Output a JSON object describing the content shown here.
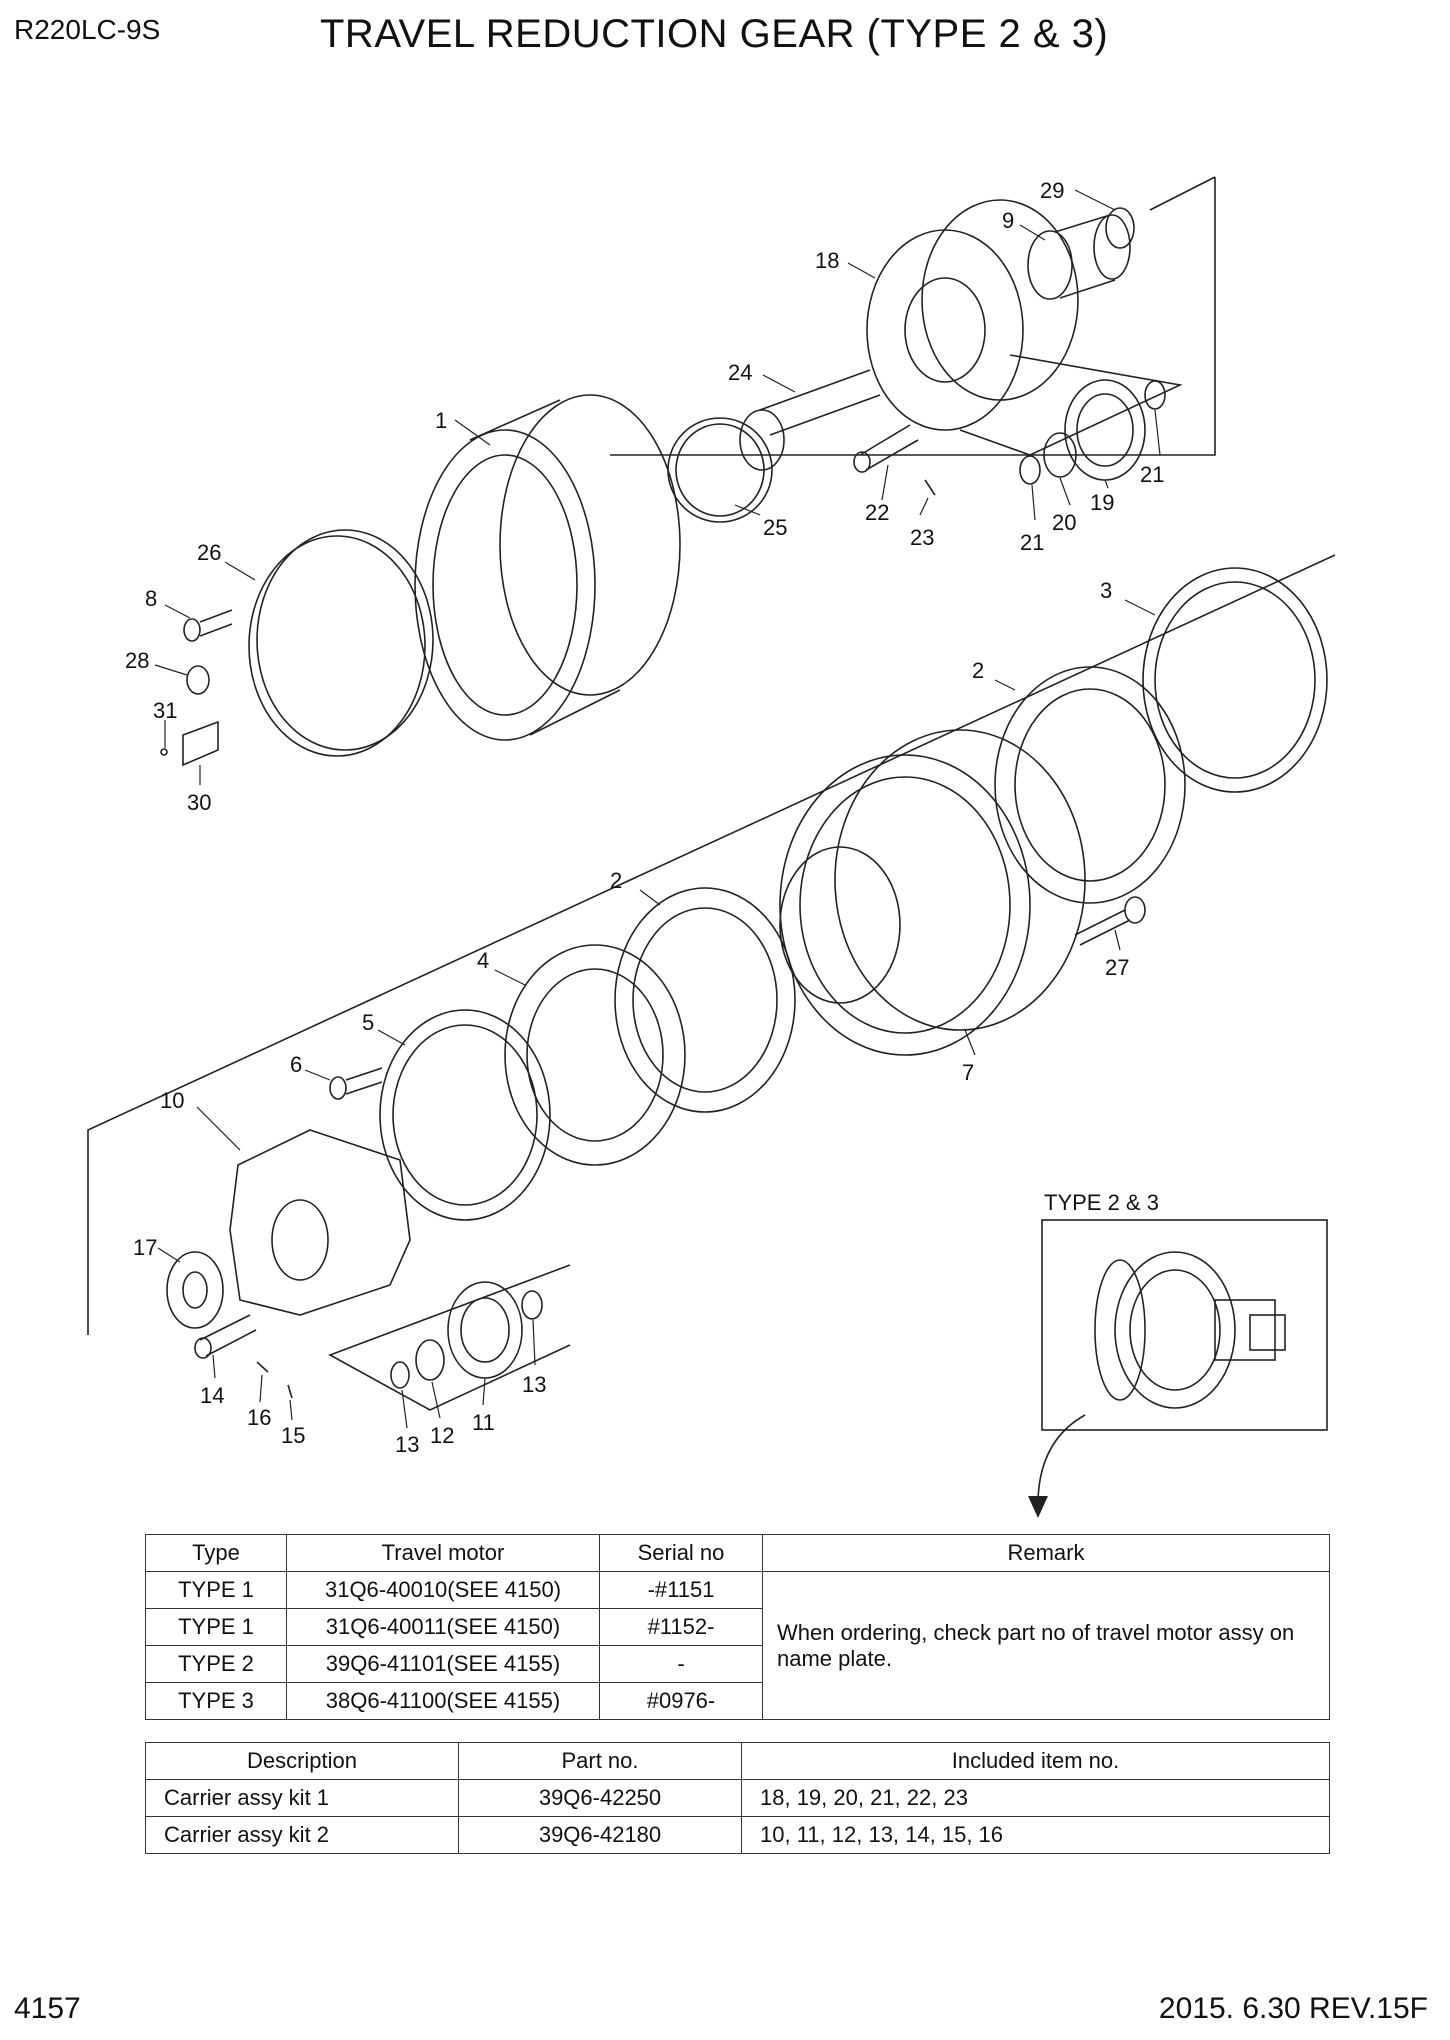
{
  "header": {
    "model": "R220LC-9S",
    "title": "TRAVEL REDUCTION GEAR (TYPE 2 & 3)"
  },
  "diagram": {
    "callouts": [
      "29",
      "9",
      "18",
      "24",
      "1",
      "25",
      "22",
      "23",
      "21",
      "20",
      "19",
      "21",
      "26",
      "8",
      "28",
      "31",
      "30",
      "3",
      "2",
      "2",
      "27",
      "4",
      "7",
      "5",
      "6",
      "10",
      "17",
      "14",
      "16",
      "15",
      "13",
      "12",
      "11",
      "13"
    ],
    "inset_caption": "TYPE 2 & 3"
  },
  "type_table": {
    "headers": [
      "Type",
      "Travel motor",
      "Serial no",
      "Remark"
    ],
    "rows": [
      [
        "TYPE 1",
        "31Q6-40010(SEE 4150)",
        "-#1151"
      ],
      [
        "TYPE 1",
        "31Q6-40011(SEE 4150)",
        "#1152-"
      ],
      [
        "TYPE 2",
        "39Q6-41101(SEE 4155)",
        "-"
      ],
      [
        "TYPE 3",
        "38Q6-41100(SEE 4155)",
        "#0976-"
      ]
    ],
    "remark": "When ordering, check part no of travel motor assy on name plate."
  },
  "kit_table": {
    "headers": [
      "Description",
      "Part no.",
      "Included item no."
    ],
    "rows": [
      [
        "Carrier assy kit 1",
        "39Q6-42250",
        "18, 19, 20, 21, 22, 23"
      ],
      [
        "Carrier assy kit 2",
        "39Q6-42180",
        "10, 11, 12, 13, 14, 15, 16"
      ]
    ]
  },
  "footer": {
    "page_number": "4157",
    "revision": "2015. 6.30  REV.15F"
  }
}
